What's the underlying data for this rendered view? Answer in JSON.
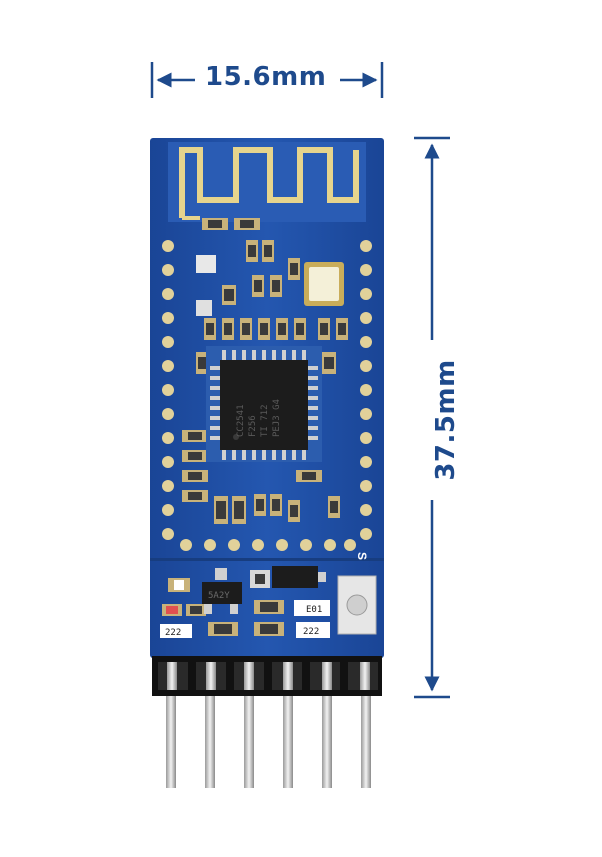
{
  "dimensions": {
    "width_label": "15.6mm",
    "height_label": "37.5mm"
  },
  "chip": {
    "marking_line1": "CC2541",
    "marking_line2": "F256",
    "marking_line3": "TI 712",
    "marking_line4": "PEJ3 G4"
  },
  "silkscreen": {
    "s_mark": "S",
    "transistor_code": "5A2Y",
    "resistor_a": "222",
    "resistor_b": "222",
    "resistor_c": "E01"
  },
  "colors": {
    "pcb_blue": "#1f4ea3",
    "dimension_blue": "#1e4a8c",
    "gold_pad": "#d8c27a",
    "chip_black": "#1c1c1c"
  }
}
